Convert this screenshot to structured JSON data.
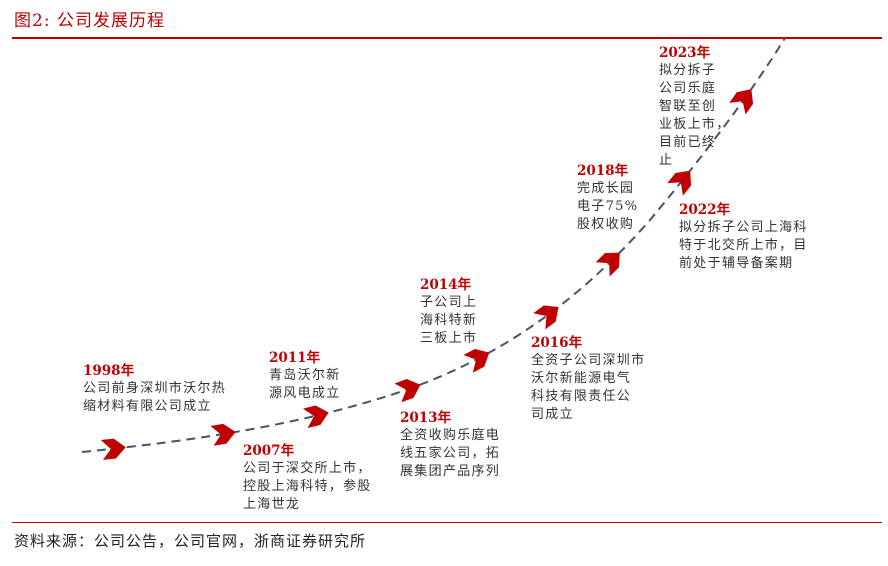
{
  "header": {
    "title": "图2:  公司发展历程"
  },
  "footer": {
    "source": "资料来源：公司公告，公司官网，浙商证券研究所"
  },
  "colors": {
    "accent": "#c00000",
    "curve": "#44546a"
  },
  "events": [
    {
      "year": "1998年",
      "lines": [
        "公司前身深圳市沃尔热",
        "缩材料有限公司成立"
      ]
    },
    {
      "year": "2007年",
      "lines": [
        "公司于深交所上市，",
        "控股上海科特，参股",
        "上海世龙"
      ]
    },
    {
      "year": "2011年",
      "lines": [
        "青岛沃尔新",
        "源风电成立"
      ]
    },
    {
      "year": "2013年",
      "lines": [
        "全资收购乐庭电",
        "线五家公司，拓",
        "展集团产品序列"
      ]
    },
    {
      "year": "2014年",
      "lines": [
        "子公司上",
        "海科特新",
        "三板上市"
      ]
    },
    {
      "year": "2016年",
      "lines": [
        "全资子公司深圳市",
        "沃尔新能源电气",
        "科技有限责任公",
        "司成立"
      ]
    },
    {
      "year": "2018年",
      "lines": [
        "完成长园",
        "电子75%",
        "股权收购"
      ]
    },
    {
      "year": "2022年",
      "lines": [
        "拟分拆子公司上海科",
        "特于北交所上市，目",
        "前处于辅导备案期"
      ]
    },
    {
      "year": "2023年",
      "lines": [
        "拟分拆子",
        "公司乐庭",
        "智联至创",
        "业板上市，",
        "目前已终",
        "止"
      ]
    }
  ]
}
